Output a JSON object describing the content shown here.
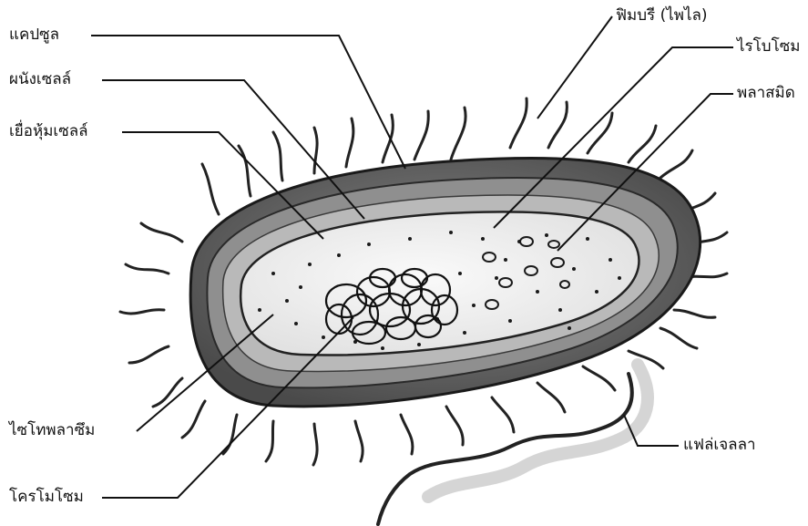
{
  "labels": {
    "capsule": "แคปซูล",
    "cell_wall": "ผนังเซลล์",
    "cell_membrane": "เยื่อหุ้มเซลล์",
    "cytoplasm": "ไซโทพลาซึม",
    "chromosome": "โครโมโซม",
    "pili": "ฟิมบรี (ไพไล)",
    "ribosome": "ไรโบโซม",
    "plasmid": "พลาสมิด",
    "flagellum": "แฟล่เจลลา"
  },
  "colors": {
    "capsule_fill": "#5e5e5e",
    "cell_wall_fill": "#8f8f8f",
    "membrane_fill": "#b9b9b9",
    "cytoplasm_fill": "#f1f1f1",
    "ink": "#111111"
  }
}
